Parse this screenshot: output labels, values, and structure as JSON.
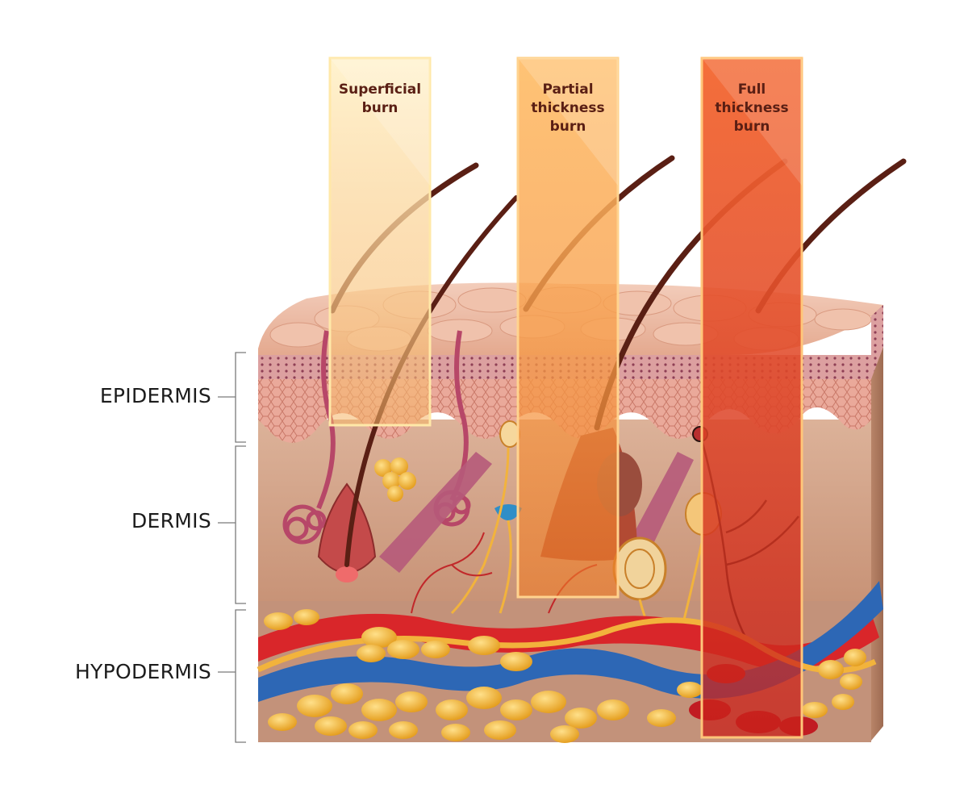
{
  "layers": [
    {
      "name": "EPIDERMIS"
    },
    {
      "name": "DERMIS"
    },
    {
      "name": "HYPODERMIS"
    }
  ],
  "burns": [
    {
      "line1": "Superficial",
      "line2": "burn",
      "line3": "",
      "color": "#ffd98a"
    },
    {
      "line1": "Partial",
      "line2": "thickness",
      "line3": "burn",
      "color": "#ffa348"
    },
    {
      "line1": "Full",
      "line2": "thickness",
      "line3": "burn",
      "color": "#f0501e"
    }
  ],
  "colors": {
    "epidermis": "#e9a995",
    "dermis": "#d4a589",
    "hypodermis": "#c69479",
    "fat": "#f3b02c",
    "artery": "#d9262a",
    "vein": "#2d67b5",
    "nerve": "#f2b33c",
    "hair": "#5a1f14"
  }
}
